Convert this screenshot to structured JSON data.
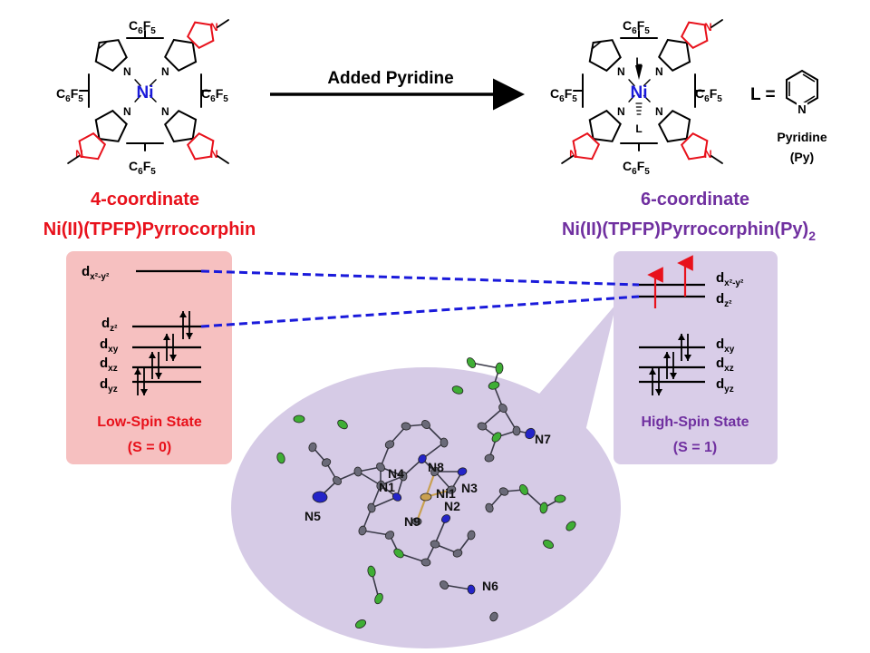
{
  "arrow_label": "Added Pyridine",
  "left_complex": {
    "substituent": "C6F5",
    "metal": "Ni",
    "title_line1": "4-coordinate",
    "title_line2": "Ni(II)(TPFP)Pyrrocorphin"
  },
  "right_complex": {
    "substituent": "C6F5",
    "metal": "Ni",
    "axial_ligand": "L",
    "title_line1": "6-coordinate",
    "title_line2": "Ni(II)(TPFP)Pyrrocorphin(Py)",
    "title_subscript": "2"
  },
  "ligand_definition": {
    "lhs": "L =",
    "name_line1": "Pyridine",
    "name_line2": "(Py)",
    "ring_atom": "N"
  },
  "low_spin": {
    "state_label": "Low-Spin State",
    "spin_label": "(S = 0)",
    "orbitals": [
      "dx²-y²",
      "dz²",
      "dxy",
      "dxz",
      "dyz"
    ]
  },
  "high_spin": {
    "state_label": "High-Spin State",
    "spin_label": "(S = 1)",
    "orbitals": [
      "dx²-y²",
      "dz²",
      "dxy",
      "dxz",
      "dyz"
    ]
  },
  "crystal_structure": {
    "atom_labels": [
      "N1",
      "N2",
      "N3",
      "N4",
      "N5",
      "N6",
      "N7",
      "N8",
      "N9",
      "Ni1"
    ]
  },
  "colors": {
    "red": "#e8111b",
    "purple": "#7030a0",
    "blue": "#1a1adb",
    "low_spin_panel": "#f6c0c0",
    "high_spin_panel": "#d9cde8",
    "bubble": "#d6cbe6",
    "fluorine": "#3fae35",
    "nitrogen": "#2424c8",
    "carbon": "#6a6a78",
    "nickel": "#c9a050"
  }
}
